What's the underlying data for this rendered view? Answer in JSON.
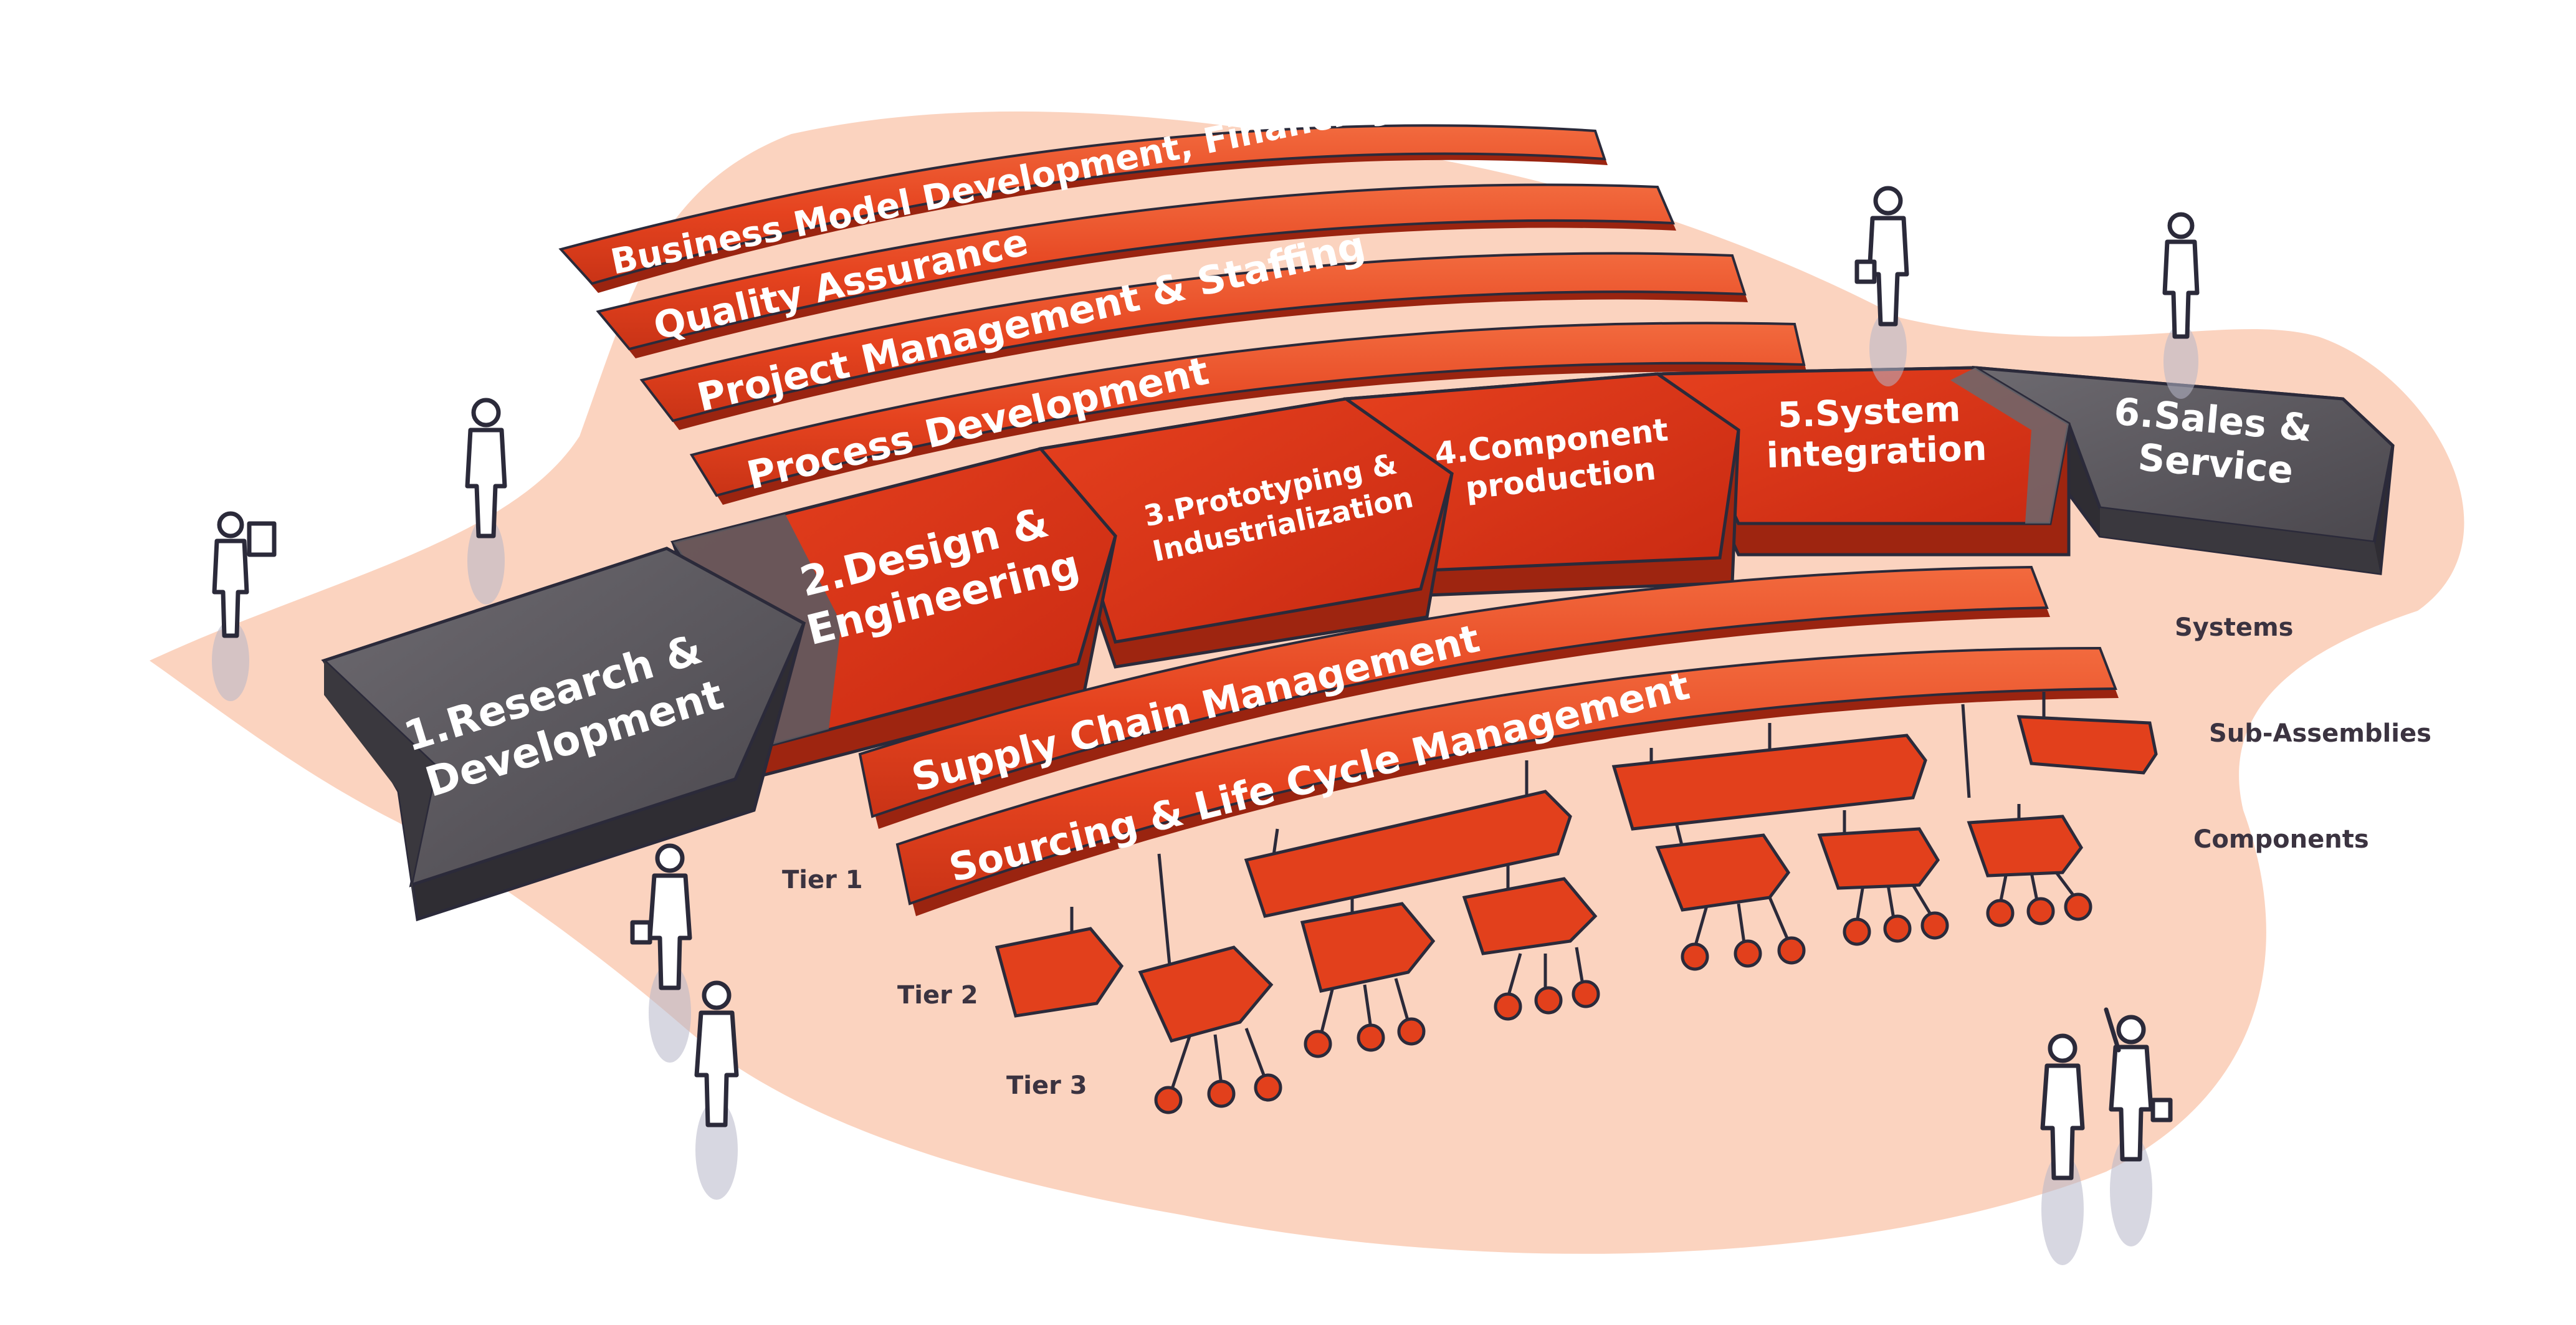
{
  "colors": {
    "background": "#fbd3bf",
    "band": "#e94a24",
    "band_dark": "#b22a10",
    "step_red": "#d9361c",
    "step_gray": "#56535a",
    "step_gray_dark": "#3a383e",
    "outline": "#2b2a3a"
  },
  "bands": [
    "Business Model Development, Financing & Funding",
    "Quality Assurance",
    "Project Management & Staffing",
    "Process Development"
  ],
  "steps": [
    {
      "lines": [
        "1.Research &",
        "Development"
      ]
    },
    {
      "lines": [
        "2.Design &",
        "Engineering"
      ]
    },
    {
      "lines": [
        "3.Prototyping &",
        "Industrialization"
      ]
    },
    {
      "lines": [
        "4.Component",
        "production"
      ]
    },
    {
      "lines": [
        "5.System",
        "integration"
      ]
    },
    {
      "lines": [
        "6.Sales &",
        "Service"
      ]
    }
  ],
  "lower_bands": [
    "Supply Chain Management",
    "Sourcing & Life Cycle Management"
  ],
  "level_labels": [
    "Systems",
    "Sub-Assemblies",
    "Components"
  ],
  "tier_labels": [
    "Tier 1",
    "Tier 2",
    "Tier 3"
  ],
  "icons": [
    "person-icon",
    "briefcase-icon",
    "clipboard-icon"
  ]
}
